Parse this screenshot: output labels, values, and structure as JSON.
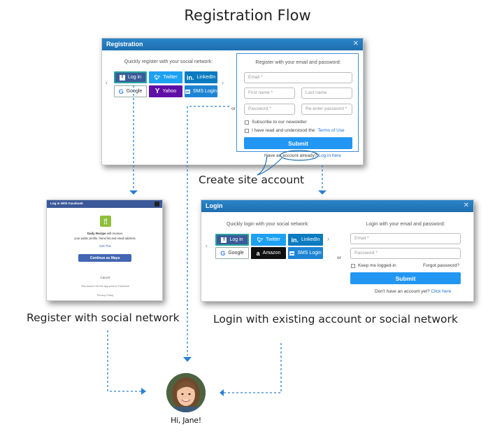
{
  "title": "Registration Flow",
  "registration": {
    "header": "Registration",
    "close": "✕",
    "social_prompt": "Quickly register with your social network:",
    "buttons": {
      "facebook": "Log in",
      "twitter": "Twitter",
      "linkedin": "LinkedIn",
      "google": "Google",
      "yahoo": "Yahoo",
      "sms": "SMS Login"
    },
    "email_prompt": "Register with your email and password:",
    "email_placeholder": "Email *",
    "first_name_placeholder": "First name *",
    "last_name_placeholder": "Last name",
    "password_placeholder": "Password *",
    "reenter_placeholder": "Re-enter password *",
    "subscribe": "Subscribe to our newsletter",
    "terms_prefix": "I have read and understood the",
    "terms_link": "Terms of Use",
    "or": "or",
    "submit": "Submit",
    "have_account": "Have an account already?",
    "login_link": "Log in here"
  },
  "facebook": {
    "header": "Log in With Facebook",
    "app_name": "Daily Recipe",
    "receive_text": "will receive:",
    "permissions": "your public profile, friend list and email address.",
    "edit": "Edit This",
    "continue": "Continue as Maya",
    "cancel": "Cancel",
    "nopost": "This doesn't let the app post to Facebook",
    "privacy": "Privacy Policy"
  },
  "login": {
    "header": "Login",
    "close": "✕",
    "social_prompt": "Quickly login with your social network:",
    "buttons": {
      "facebook": "Log in",
      "twitter": "Twitter",
      "linkedin": "LinkedIn",
      "google": "Google",
      "amazon": "Amazon",
      "sms": "SMS Login"
    },
    "email_prompt": "Login with your email and password:",
    "email_placeholder": "Email *",
    "password_placeholder": "Password *",
    "keep": "Keep me logged-in",
    "forgot": "Forgot password?",
    "or": "or",
    "submit": "Submit",
    "no_account": "Don't have an account yet?",
    "click_here": "Click here"
  },
  "captions": {
    "create": "Create site account",
    "social": "Register with social network",
    "existing": "Login with existing account or social network"
  },
  "user": {
    "greeting": "Hi, Jane!"
  },
  "colors": {
    "accent": "#2196f3",
    "header": "#1d6eb0",
    "connector": "#2b7fd4",
    "facebook": "#3b5998"
  }
}
